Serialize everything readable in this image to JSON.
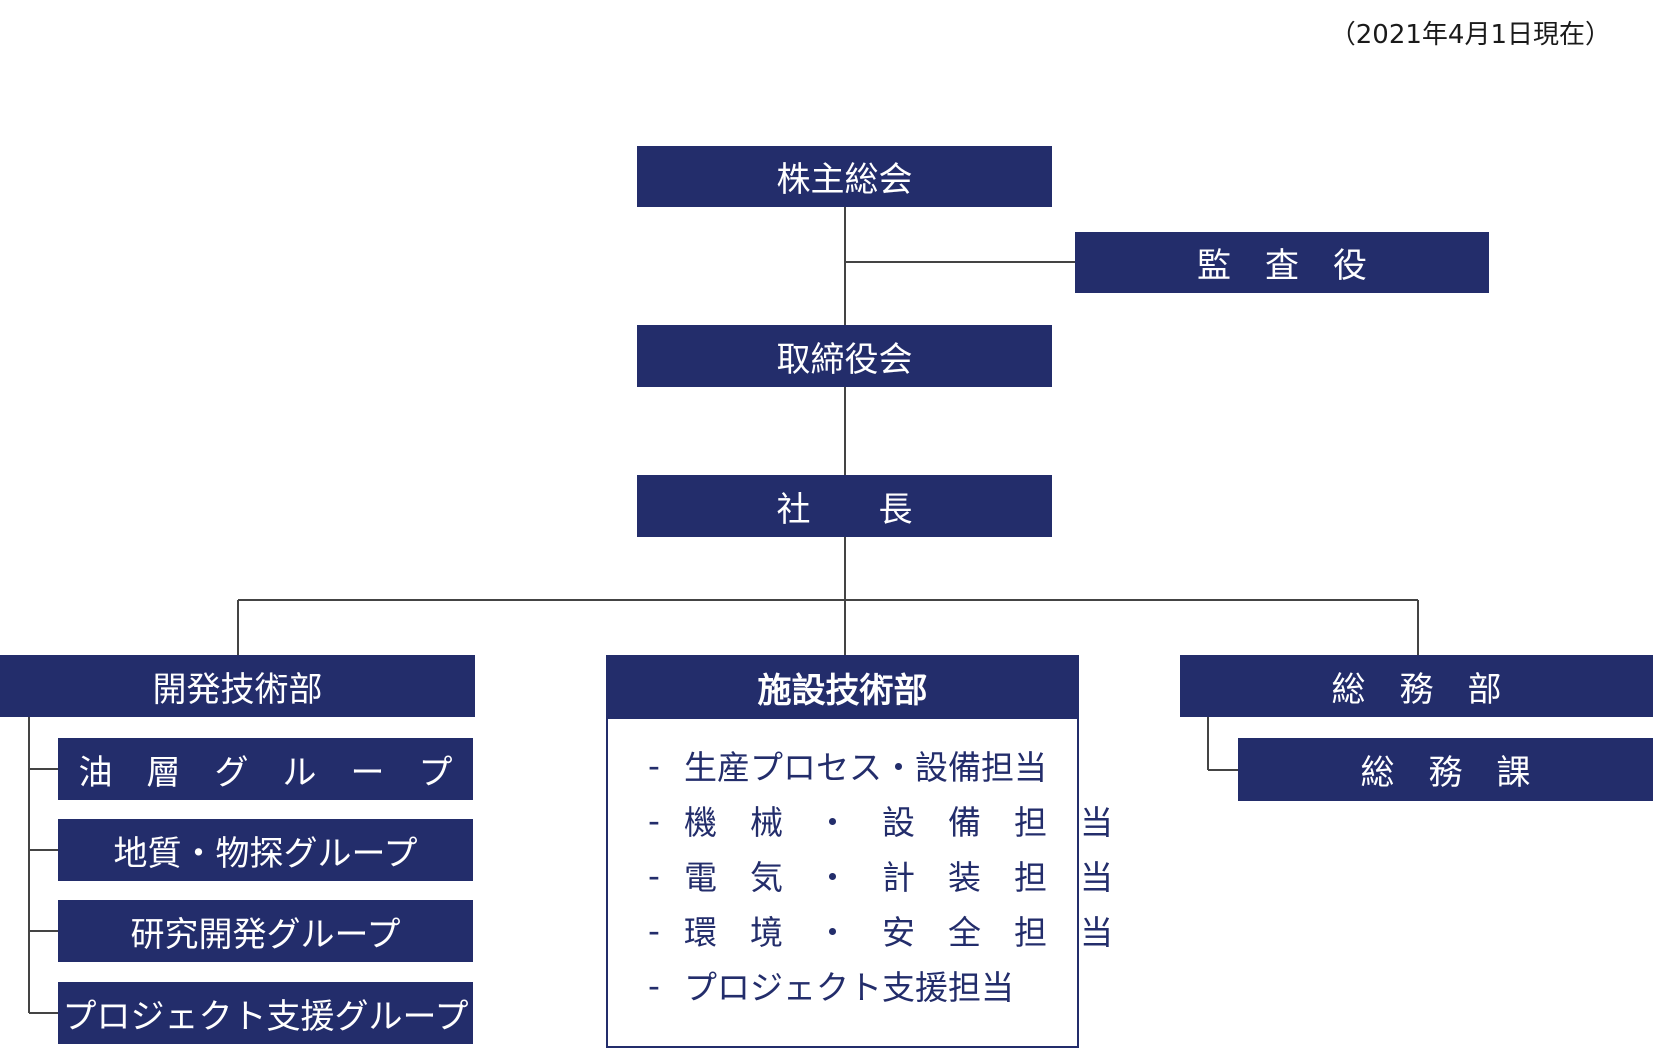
{
  "date_note": "（2021年4月1日現在）",
  "top": {
    "shareholders": "株主総会",
    "auditor": "監　査　役",
    "board": "取締役会",
    "president": "社　　長"
  },
  "departments": {
    "dev": {
      "title": "開発技術部",
      "groups": [
        "油　層　グ　ル　ー　プ",
        "地質・物探グループ",
        "研究開発グループ",
        "プロジェクト支援グループ"
      ]
    },
    "facilities": {
      "title": "施設技術部",
      "items": [
        "生産プロセス・設備担当",
        "機　械　・　設　備　担　当",
        "電　気　・　計　装　担　当",
        "環　境　・　安　全　担　当",
        "プロジェクト支援担当"
      ],
      "bullet": "-"
    },
    "general": {
      "title": "総　務　部",
      "sections": [
        "総　務　課"
      ]
    }
  },
  "colors": {
    "box": "#232d6b",
    "line": "#444444"
  }
}
